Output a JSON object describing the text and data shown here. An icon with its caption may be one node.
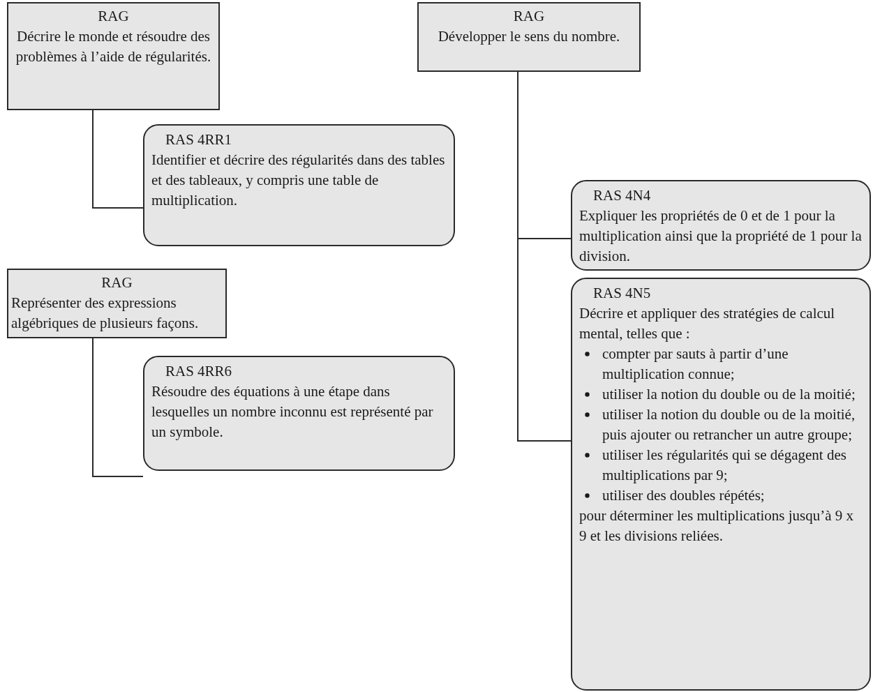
{
  "diagram": {
    "nodes": [
      {
        "text": [
          "RAG",
          "Décrire le monde et résoudre des problèmes à l’aide de régularités."
        ]
      },
      {
        "text": [
          "RAS 4RR1",
          "Identifier et décrire des régularités dans des tables et des tableaux, y compris une table de multiplication."
        ]
      },
      {
        "text": [
          "RAG",
          "Représenter des expressions algébriques de plusieurs façons."
        ]
      },
      {
        "text": [
          "RAS 4RR6",
          "Résoudre des équations à une étape dans lesquelles un nombre inconnu est représenté par un symbole."
        ]
      },
      {
        "text": [
          "RAG",
          "Développer le sens du nombre."
        ]
      },
      {
        "text": [
          "RAS 4N4",
          "Expliquer les propriétés de 0 et de 1 pour la multiplication ainsi que la propriété de 1 pour la division."
        ]
      },
      {
        "text": [
          "RAS 4N5",
          "Décrire et appliquer des stratégies de calcul mental, telles que :",
          "compter par sauts à partir d’une multiplication connue;",
          "utiliser la notion du double ou de la moitié;",
          "utiliser la notion du double ou de la moitié, puis ajouter ou retrancher un autre groupe;",
          "utiliser les régularités qui se dégagent des multiplications par 9;",
          "utiliser des doubles répétés;",
          "pour déterminer les multiplications jusqu’à 9 x 9 et les divisions reliées."
        ]
      }
    ],
    "edges": [
      {
        "from": 0,
        "to": 1,
        "arrow": "none"
      },
      {
        "from": 2,
        "to": 3,
        "arrow": "none"
      },
      {
        "from": 4,
        "to": 5,
        "arrow": "none"
      },
      {
        "from": 4,
        "to": 6,
        "arrow": "none"
      }
    ]
  }
}
